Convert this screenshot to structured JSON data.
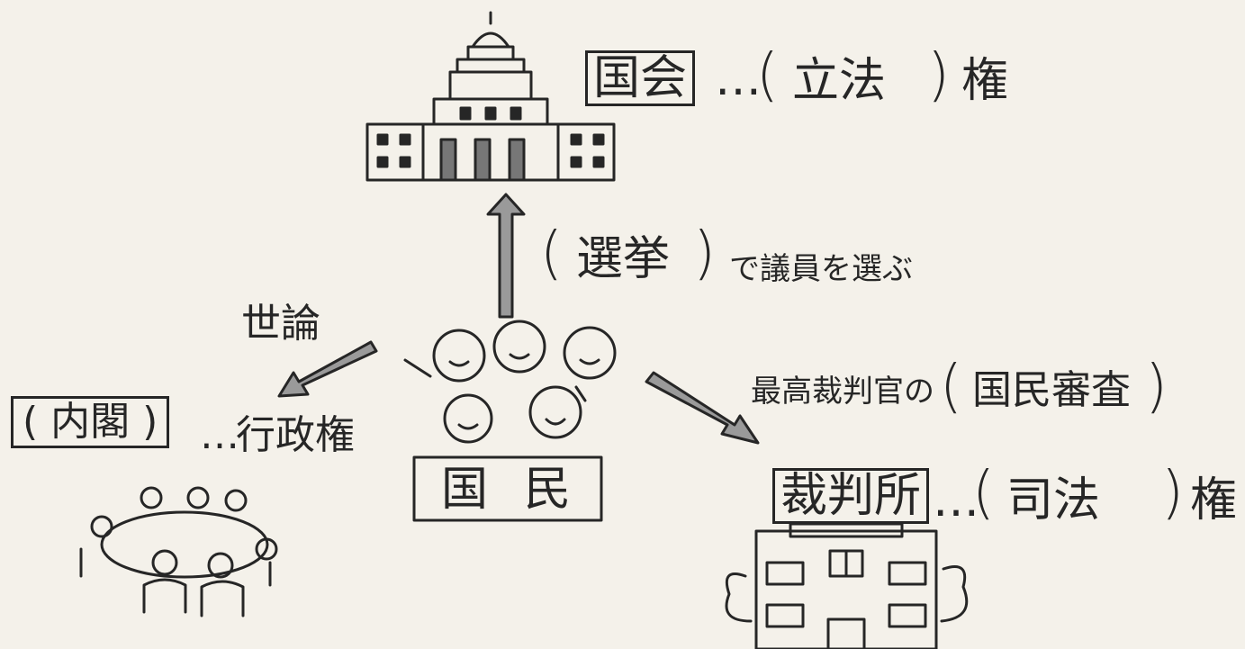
{
  "diagram": {
    "diet": {
      "name": "国会",
      "ellipsis": "…",
      "open_paren": "(",
      "power_fill": "立法",
      "close_paren": ")",
      "suffix": "権"
    },
    "election": {
      "open_paren": "(",
      "fill": "選挙",
      "close_paren": ")",
      "suffix": "で議員を選ぶ"
    },
    "public_opinion": "世論",
    "cabinet": {
      "open_paren": "(",
      "name": "内閣",
      "close_paren": ")",
      "ellipsis": "…",
      "power": "行政権"
    },
    "review": {
      "prefix": "最高裁判官の",
      "open_paren": "(",
      "fill": "国民審査",
      "close_paren": ")"
    },
    "court": {
      "name": "裁判所",
      "ellipsis": "…",
      "open_paren": "(",
      "power_fill": "司法",
      "close_paren": ")",
      "suffix": "権"
    },
    "people": {
      "sign": "国民"
    }
  }
}
